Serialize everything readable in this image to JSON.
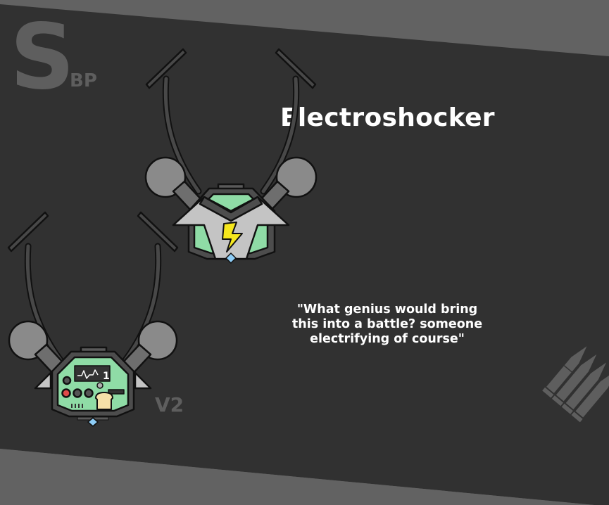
{
  "logo": {
    "letter": "S",
    "suffix": "BP"
  },
  "item": {
    "name": "Electroshocker",
    "quote": "\"What genius would bring\nthis into a battle? someone\nelectrifying of course\"",
    "variant_label": "V2",
    "variant_2_screen_digit": "1"
  },
  "icons": {
    "variant_1": "electroshocker-v1-icon",
    "variant_2": "electroshocker-v2-icon",
    "decoration": "bullets-icon"
  },
  "colors": {
    "background": "#313131",
    "band": "#626262",
    "logo_text": "#5e5e5e",
    "title_text": "#ffffff",
    "panel_green": "#8fdca6",
    "bolt_yellow": "#f6e81e",
    "gem_blue": "#8ecdf6",
    "armor_light": "#c4c4c4",
    "metal_dark": "#4d4d4d",
    "ball_gray": "#8a8a8a"
  }
}
